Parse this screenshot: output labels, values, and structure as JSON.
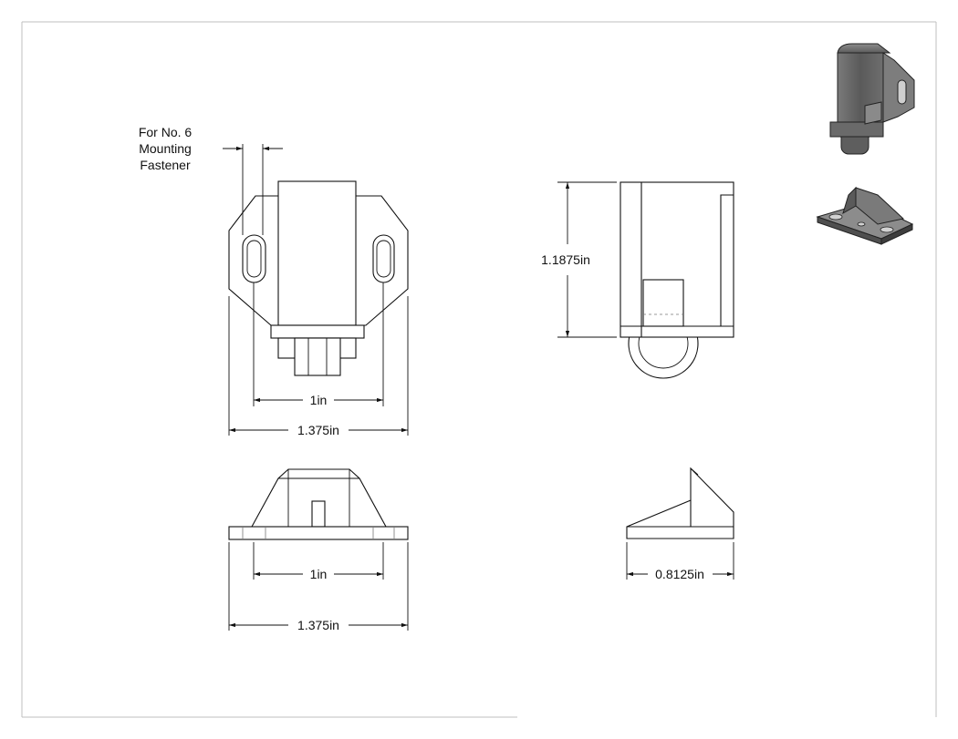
{
  "note": {
    "line1": "For No. 6",
    "line2": "Mounting",
    "line3": "Fastener"
  },
  "dimensions": {
    "front_inner_width": "1in",
    "front_outer_width": "1.375in",
    "side_height": "1.1875in",
    "bottom_inner_width": "1in",
    "bottom_outer_width": "1.375in",
    "strike_depth": "0.8125in"
  },
  "colors": {
    "line": "#111111",
    "shaded_body": "#5e5e5e",
    "shaded_light": "#9a9a9a",
    "border": "#bfbfbf"
  }
}
